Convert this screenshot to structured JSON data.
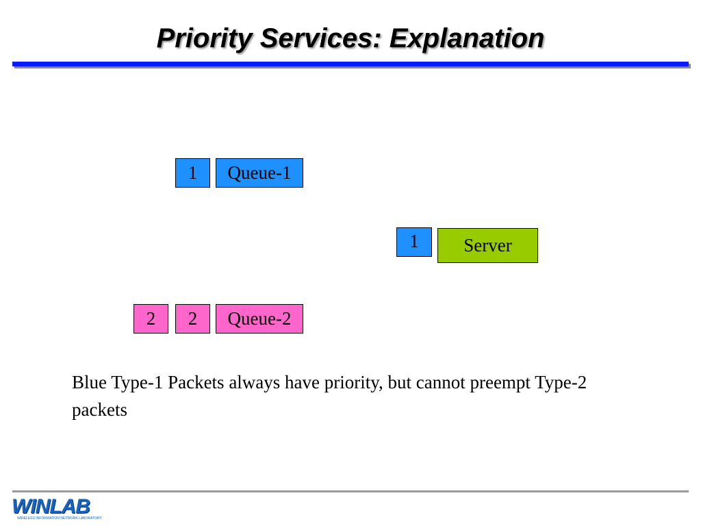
{
  "slide": {
    "title": "Priority Services: Explanation",
    "queue1": {
      "packet_label": "1",
      "label": "Queue-1"
    },
    "server": {
      "packet_label": "1",
      "label": "Server"
    },
    "queue2": {
      "packet_labels": [
        "2",
        "2"
      ],
      "label": "Queue-2"
    },
    "caption": "Blue Type-1 Packets always have priority, but cannot preempt Type-2 packets",
    "logo": {
      "word": "WINLAB",
      "subtitle": "WIRELESS INFORMATION NETWORK LABORATORY"
    }
  },
  "colors": {
    "title_rule": "#0a1bff",
    "type1_packet": "#1e90ff",
    "type2_packet": "#ff66cc",
    "server": "#99cc00",
    "logo": "#1565c0"
  }
}
